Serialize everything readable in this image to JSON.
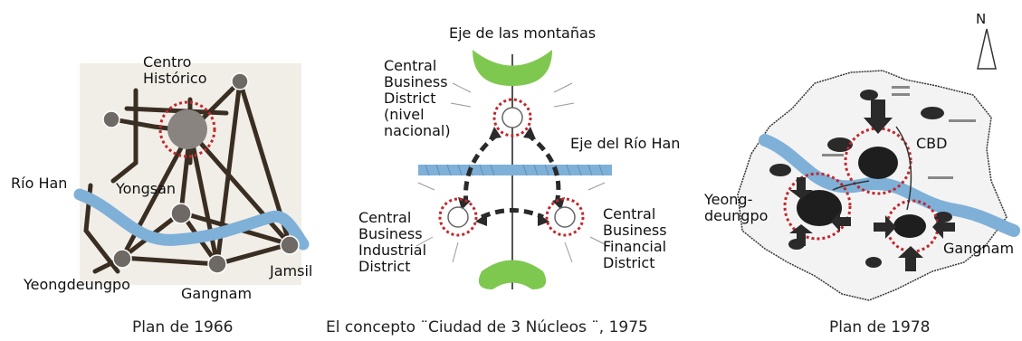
{
  "panels": {
    "plan1966": {
      "caption": "Plan de 1966",
      "labels": {
        "centro": "Centro\nHistórico",
        "rio": "Río Han",
        "yongsan": "Yongsan",
        "yeongdeungpo": "Yeongdeungpo",
        "gangnam": "Gangnam",
        "jamsil": "Jamsil"
      }
    },
    "concept1975": {
      "caption": "El concepto ¨Ciudad de 3 Núcleos ¨, 1975",
      "labels": {
        "montanas": "Eje de las montañas",
        "cbd": "Central\nBusiness\nDistrict\n(nivel\nnacional)",
        "rio": "Eje del Río Han",
        "industrial": "Central\nBusiness\nIndustrial\nDistrict",
        "financial": "Central\nBusiness\nFinancial\nDistrict"
      }
    },
    "plan1978": {
      "caption": "Plan de 1978",
      "labels": {
        "north": "N",
        "cbd": "CBD",
        "yeongdeungpo": "Yeong-\ndeungpo",
        "gangnam": "Gangnam"
      }
    }
  },
  "colors": {
    "river": "#7fb0d8",
    "green": "#7ec850",
    "dashed_circle": "#c0282c",
    "road": "#3a2e22"
  }
}
